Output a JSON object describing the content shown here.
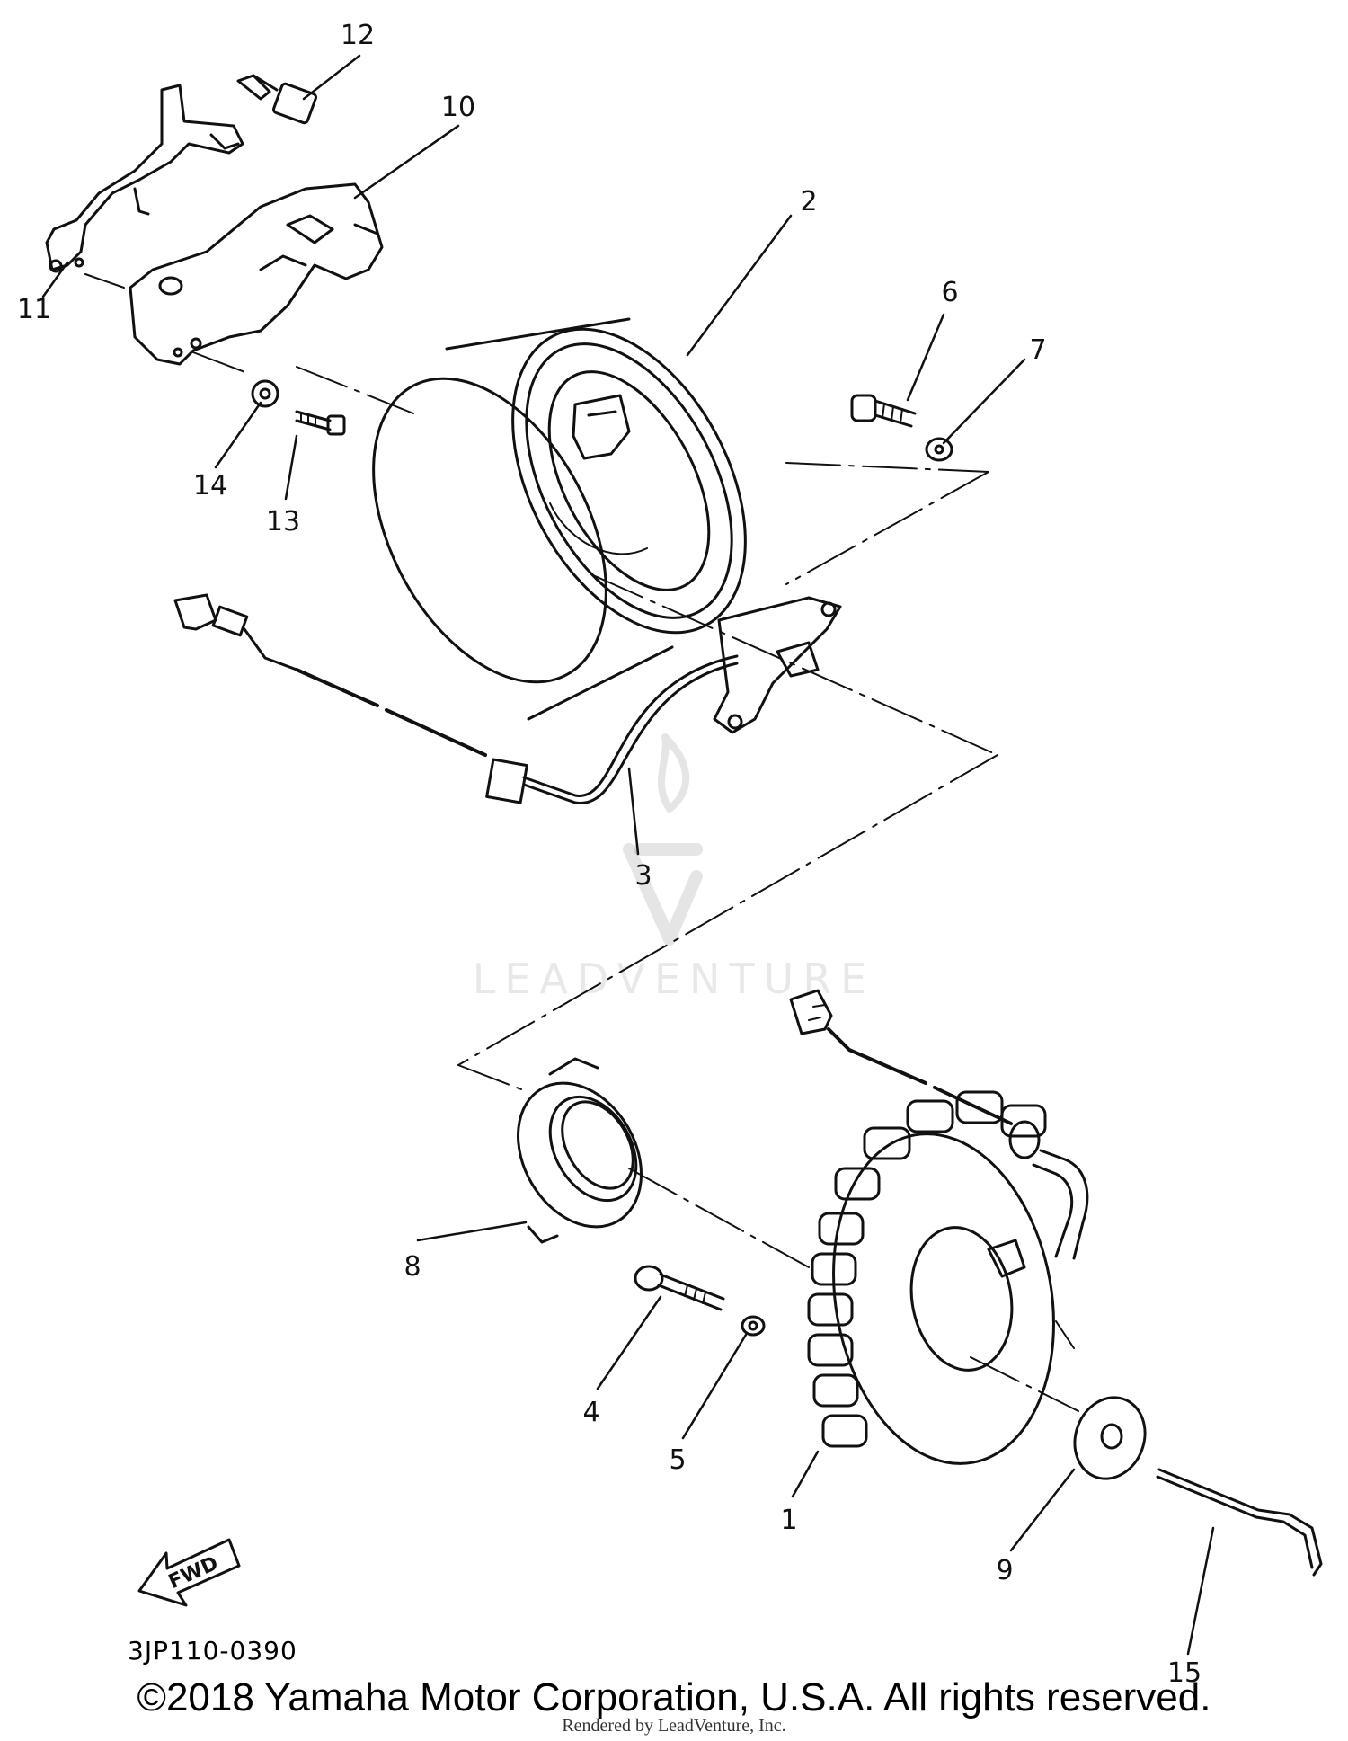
{
  "callouts": [
    {
      "id": "1",
      "label": "1"
    },
    {
      "id": "2",
      "label": "2"
    },
    {
      "id": "3",
      "label": "3"
    },
    {
      "id": "4",
      "label": "4"
    },
    {
      "id": "5",
      "label": "5"
    },
    {
      "id": "6",
      "label": "6"
    },
    {
      "id": "7",
      "label": "7"
    },
    {
      "id": "8",
      "label": "8"
    },
    {
      "id": "9",
      "label": "9"
    },
    {
      "id": "10",
      "label": "10"
    },
    {
      "id": "11",
      "label": "11"
    },
    {
      "id": "12",
      "label": "12"
    },
    {
      "id": "13",
      "label": "13"
    },
    {
      "id": "14",
      "label": "14"
    },
    {
      "id": "15",
      "label": "15"
    }
  ],
  "direction_arrow": {
    "label": "FWD"
  },
  "diagram_code": "3JP110-0390",
  "copyright": "©2018 Yamaha Motor Corporation, U.S.A. All rights reserved.",
  "rendered_by": "Rendered by LeadVenture, Inc.",
  "watermark": {
    "text": "LEADVENTURE"
  }
}
